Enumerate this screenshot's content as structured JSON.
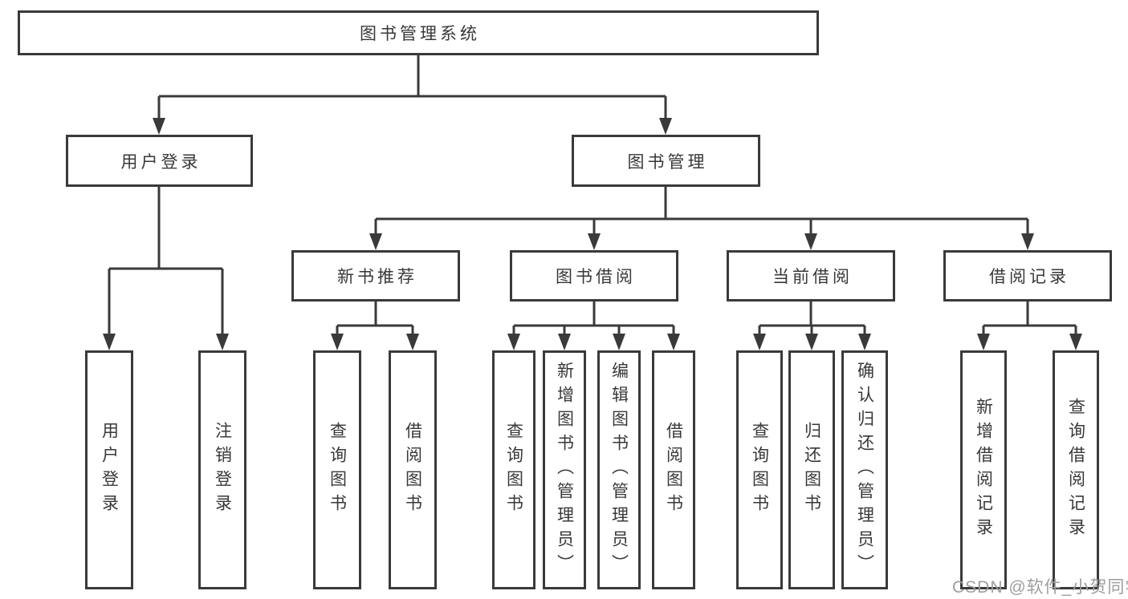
{
  "colors": {
    "line": "#3a3a3a",
    "text": "#383838",
    "box_background": "#ffffff",
    "page_background": "#ffffff",
    "watermark": "#9e9e9e"
  },
  "tree": {
    "root": "图书管理系统",
    "branches": {
      "user_login": "用户登录",
      "book_management": "图书管理"
    },
    "modules": {
      "new_book_recommend": "新书推荐",
      "book_borrow": "图书借阅",
      "current_borrow": "当前借阅",
      "borrow_records": "借阅记录"
    },
    "leaves": {
      "user_login": [
        "用户登录",
        "注销登录"
      ],
      "new_book_recommend": [
        "查询图书",
        "借阅图书"
      ],
      "book_borrow": [
        "查询图书",
        "新增图书（管理员）",
        "编辑图书（管理员）",
        "借阅图书"
      ],
      "current_borrow": [
        "查询图书",
        "归还图书",
        "确认归还（管理员）"
      ],
      "borrow_records": [
        "新增借阅记录",
        "查询借阅记录"
      ]
    }
  },
  "watermark": "CSDN @软件_小贺同学"
}
